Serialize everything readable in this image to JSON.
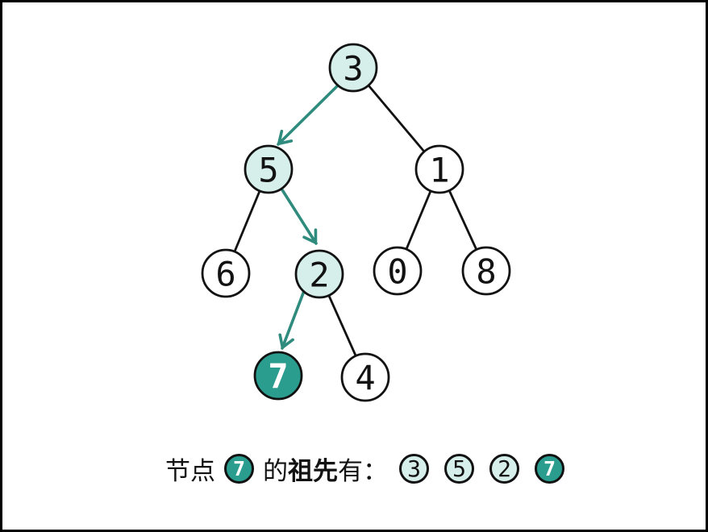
{
  "colors": {
    "highlight_fill": "#d6efeb",
    "target_fill": "#2a9d8f",
    "arrow": "#2e8b7d",
    "line": "#121212"
  },
  "tree": {
    "nodes": [
      {
        "value": "3",
        "role": "ancestor-on-path"
      },
      {
        "value": "5",
        "role": "ancestor-on-path"
      },
      {
        "value": "1",
        "role": "normal"
      },
      {
        "value": "6",
        "role": "normal"
      },
      {
        "value": "2",
        "role": "ancestor-on-path"
      },
      {
        "value": "0",
        "role": "normal"
      },
      {
        "value": "8",
        "role": "normal"
      },
      {
        "value": "7",
        "role": "target"
      },
      {
        "value": "4",
        "role": "normal"
      }
    ],
    "edges": [
      {
        "from": "3",
        "to": "5",
        "highlighted": true
      },
      {
        "from": "3",
        "to": "1",
        "highlighted": false
      },
      {
        "from": "5",
        "to": "6",
        "highlighted": false
      },
      {
        "from": "5",
        "to": "2",
        "highlighted": true
      },
      {
        "from": "1",
        "to": "0",
        "highlighted": false
      },
      {
        "from": "1",
        "to": "8",
        "highlighted": false
      },
      {
        "from": "2",
        "to": "7",
        "highlighted": true
      },
      {
        "from": "2",
        "to": "4",
        "highlighted": false
      }
    ],
    "highlighted_path": [
      "3",
      "5",
      "2",
      "7"
    ]
  },
  "caption": {
    "prefix": "节点",
    "target_value": "7",
    "text_before_bold": "的",
    "bold_text": "祖先",
    "text_after_bold": "有：",
    "ancestors": [
      "3",
      "5",
      "2",
      "7"
    ]
  }
}
